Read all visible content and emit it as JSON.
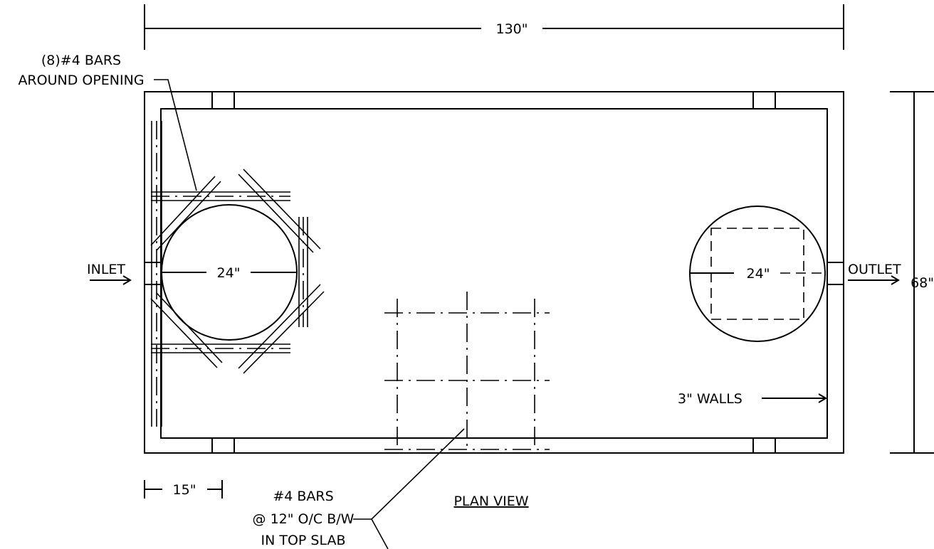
{
  "labels": {
    "overall_length": "130\"",
    "overall_width": "68\"",
    "rebar_opening_line1": "(8)#4 BARS",
    "rebar_opening_line2": "AROUND OPENING",
    "inlet": "INLET",
    "outlet": "OUTLET",
    "inlet_opening_dia": "24\"",
    "outlet_opening_dia": "24\"",
    "walls": "3\" WALLS",
    "offset_dim": "15\"",
    "slab_bars_line1": "#4 BARS",
    "slab_bars_line2": "@ 12\" O/C B/W",
    "slab_bars_line3": "IN TOP SLAB",
    "view_title": "PLAN VIEW"
  }
}
